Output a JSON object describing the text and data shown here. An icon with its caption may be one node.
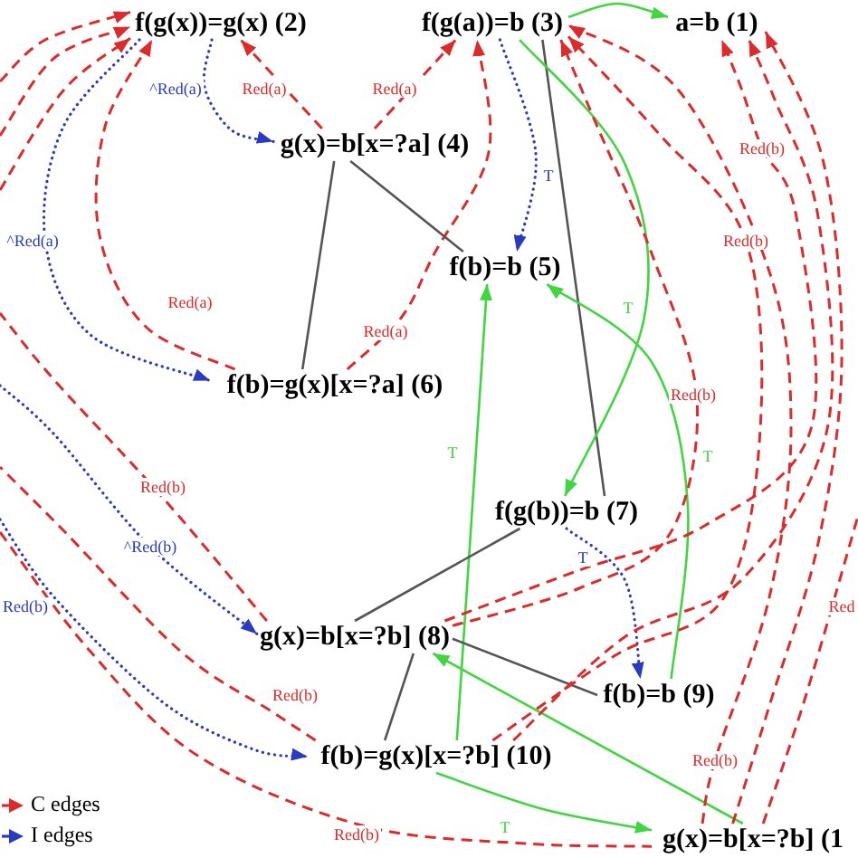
{
  "diagram": {
    "nodes": [
      {
        "text": [
          "f(g(x))=g(x) (2)"
        ]
      },
      {
        "text": [
          "f(g(a))=b (3)"
        ]
      },
      {
        "text": [
          "a=b (1)"
        ]
      },
      {
        "text": [
          "g(x)=b[x=?a] (4)"
        ]
      },
      {
        "text": [
          "f(b)=b (5)"
        ]
      },
      {
        "text": [
          "f(b)=g(x)[x=?a] (6)"
        ]
      },
      {
        "text": [
          "f(g(b))=b (7)"
        ]
      },
      {
        "text": [
          "g(x)=b[x=?b] (8)"
        ]
      },
      {
        "text": [
          "f(b)=b (9)"
        ]
      },
      {
        "text": [
          "f(b)=g(x)[x=?b] (10)"
        ]
      },
      {
        "text": [
          "g(x)=b[x=?b] (1"
        ]
      }
    ],
    "edges": [
      {
        "from": 0,
        "to": 3,
        "arrow": "to",
        "style": "dashed",
        "color": "#2a3bbf",
        "label": "^Red(a)"
      },
      {
        "from": 3,
        "to": 0,
        "arrow": "to",
        "style": "dashed",
        "label": "Red(a)"
      },
      {
        "from": 3,
        "to": 1,
        "arrow": "to",
        "style": "dashed",
        "label": "Red(a)"
      },
      {
        "from": 0,
        "to": 5,
        "arrow": "to",
        "style": "dashed",
        "color": "#2a3bbf",
        "label": "^Red(a)"
      },
      {
        "from": 5,
        "to": 0,
        "arrow": "to",
        "style": "dashed",
        "label": "Red(a)"
      },
      {
        "from": 5,
        "to": 1,
        "arrow": "to",
        "style": "dashed",
        "label": "Red(a)"
      },
      {
        "from": 3,
        "to": 5,
        "arrow": "none",
        "color": "#555555"
      },
      {
        "from": 3,
        "to": 4,
        "arrow": "none",
        "color": "#555555"
      },
      {
        "from": 1,
        "to": 4,
        "arrow": "to",
        "style": "dashed",
        "color": "#2a3bbf",
        "label": "T"
      },
      {
        "from": 1,
        "to": 6,
        "arrow": "none",
        "color": "#555555"
      },
      {
        "from": 1,
        "to": 6,
        "arrow": "to",
        "color": "#3fd63f",
        "label": "T"
      },
      {
        "from": 1,
        "to": 2,
        "arrow": "to",
        "color": "#3fd63f"
      },
      {
        "from": 9,
        "to": 4,
        "arrow": "to",
        "color": "#3fd63f",
        "label": "T"
      },
      {
        "from": 8,
        "to": 4,
        "arrow": "to",
        "color": "#3fd63f",
        "label": "T"
      },
      {
        "from": 6,
        "to": 8,
        "arrow": "to",
        "style": "dashed",
        "color": "#2a3bbf",
        "label": "T"
      },
      {
        "from": 7,
        "to": 6,
        "arrow": "none",
        "color": "#555555"
      },
      {
        "from": 7,
        "to": 8,
        "arrow": "none",
        "color": "#555555"
      },
      {
        "from": 7,
        "to": 9,
        "arrow": "none",
        "color": "#555555"
      },
      {
        "from": 9,
        "to": 10,
        "arrow": "to",
        "color": "#3fd63f",
        "label": "T"
      },
      {
        "from": 10,
        "to": 7,
        "arrow": "to",
        "color": "#3fd63f"
      },
      {
        "from": 7,
        "to": 1,
        "arrow": "to",
        "style": "dashed",
        "label": "Red(b)"
      },
      {
        "from": 7,
        "to": 2,
        "arrow": "to",
        "style": "dashed",
        "label": "Red(b)"
      },
      {
        "from": 9,
        "to": 1,
        "arrow": "to",
        "style": "dashed",
        "label": "Red(b)"
      },
      {
        "from": 9,
        "to": 2,
        "arrow": "to",
        "style": "dashed"
      },
      {
        "from": 10,
        "to": 1,
        "arrow": "to",
        "style": "dashed",
        "label": "Red(b)"
      },
      {
        "from": 10,
        "to": 2,
        "arrow": "to",
        "style": "dashed"
      },
      {
        "from": 10,
        "to": null,
        "arrow": "none",
        "style": "dashed",
        "label": "Red"
      },
      {
        "from": 7,
        "to": null,
        "arrow": "none",
        "style": "dashed",
        "label": "Red(b)"
      },
      {
        "from": null,
        "to": 7,
        "arrow": "to",
        "style": "dashed",
        "color": "#2a3bbf",
        "label": "^Red(b)"
      },
      {
        "from": 9,
        "to": null,
        "arrow": "none",
        "style": "dashed",
        "label": "Red(b)"
      },
      {
        "from": null,
        "to": 9,
        "arrow": "to",
        "style": "dashed",
        "color": "#2a3bbf",
        "label": "Red(b)"
      },
      {
        "from": null,
        "to": 10,
        "arrow": "none",
        "style": "dashed",
        "label": "Red(b)"
      },
      {
        "from": null,
        "to": 0,
        "arrow": "to",
        "style": "dashed"
      },
      {
        "from": null,
        "to": 0,
        "arrow": "to",
        "style": "dashed"
      },
      {
        "from": null,
        "to": 0,
        "arrow": "to",
        "style": "dashed"
      }
    ],
    "legend": [
      {
        "text": "C edges"
      },
      {
        "text": "I edges"
      }
    ]
  }
}
